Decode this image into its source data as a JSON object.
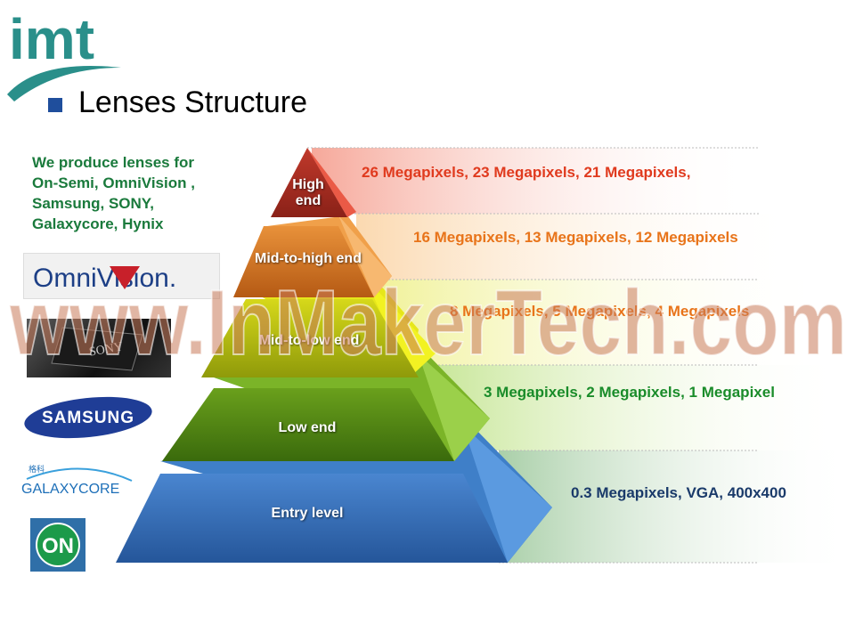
{
  "header": {
    "logo_text": "imt",
    "title": "Lenses Structure"
  },
  "intro": {
    "text": "We produce lenses for\nOn-Semi, OmniVision ,\nSamsung, SONY,\nGalaxycore, Hynix"
  },
  "brands": {
    "omnivision": "OmniVision.",
    "sony": "SONY",
    "samsung": "SAMSUNG",
    "galaxycore": "GALAXYCORE",
    "galaxycore_cn": "格科",
    "onsemi": "ON"
  },
  "tiers": [
    {
      "label": "High end",
      "resolutions": "26 Megapixels, 23 Megapixels, 21 Megapixels,",
      "text_color": "#e03a1e"
    },
    {
      "label": "Mid-to-high end",
      "resolutions": "16 Megapixels, 13 Megapixels, 12 Megapixels",
      "text_color": "#e8741a"
    },
    {
      "label": "Mid-to-low end",
      "resolutions": "8 Megapixels, 5 Megapixels, 4 Megapixels",
      "text_color": "#e8741a"
    },
    {
      "label": "Low end",
      "resolutions": "3 Megapixels, 2 Megapixels, 1 Megapixel",
      "text_color": "#1a8c2a"
    },
    {
      "label": "Entry level",
      "resolutions": "0.3 Megapixels, VGA, 400x400",
      "text_color": "#1a3a6a"
    }
  ],
  "watermark": "www.InMakerTech.com",
  "colors": {
    "brand_teal": "#2a8f8a",
    "bullet_blue": "#1f4e9c",
    "intro_green": "#1a7a3c"
  }
}
